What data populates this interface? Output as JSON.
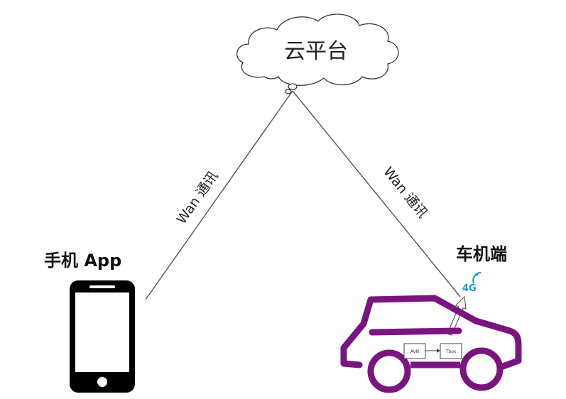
{
  "cloud": {
    "label": "云平台"
  },
  "links": {
    "left": {
      "label": "Wan 通讯"
    },
    "right": {
      "label": "Wan 通讯"
    }
  },
  "phone": {
    "label": "手机 App"
  },
  "car": {
    "label": "车机端",
    "network_badge": "4G",
    "modules": {
      "avn": "AVN",
      "tbox": "Tbox"
    }
  },
  "colors": {
    "car_body": "#7a1580",
    "signal": "#1a8fd8",
    "line": "#555555",
    "phone": "#000000"
  }
}
